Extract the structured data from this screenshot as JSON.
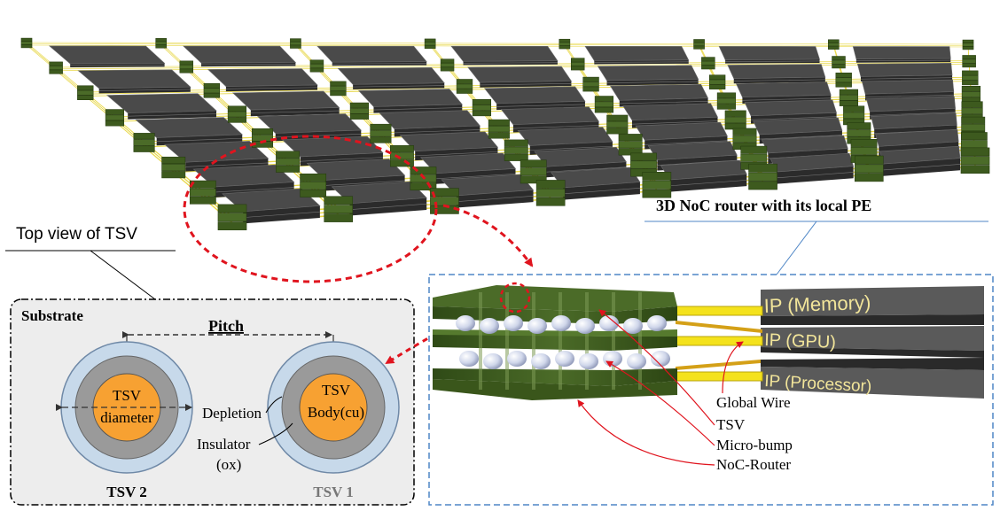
{
  "labels": {
    "noc_title": "3D NoC router with its local PE",
    "tsv_top_view": "Top view of TSV",
    "substrate": "Substrate",
    "pitch": "Pitch",
    "tsv2_label": "TSV 2",
    "tsv1_label": "TSV 1",
    "tsv2_line1": "TSV",
    "tsv2_line2": "diameter",
    "tsv1_line1": "TSV",
    "tsv1_line2": "Body(cu)",
    "depletion": "Depletion",
    "insulator_line1": "Insulator",
    "insulator_line2": "(ox)",
    "ip_memory": "IP (Memory)",
    "ip_gpu": "IP (GPU)",
    "ip_processor": "IP (Processor)",
    "global_wire": "Global Wire",
    "tsv": "TSV",
    "micro_bump": "Micro-bump",
    "noc_router": "NoC-Router"
  },
  "colors": {
    "chip_top": "#4a4a4a",
    "chip_side": "#2b2b2b",
    "router_green": "#3d5a1e",
    "wire_yellow": "#e8d84a",
    "tsv_copper": "#f7a132",
    "tsv_insulator": "#9a9a9a",
    "tsv_depletion": "#c7d9ea",
    "substrate_bg": "#ededed",
    "arrow_red": "#e0141e",
    "dash_blue": "#4f86c6"
  }
}
